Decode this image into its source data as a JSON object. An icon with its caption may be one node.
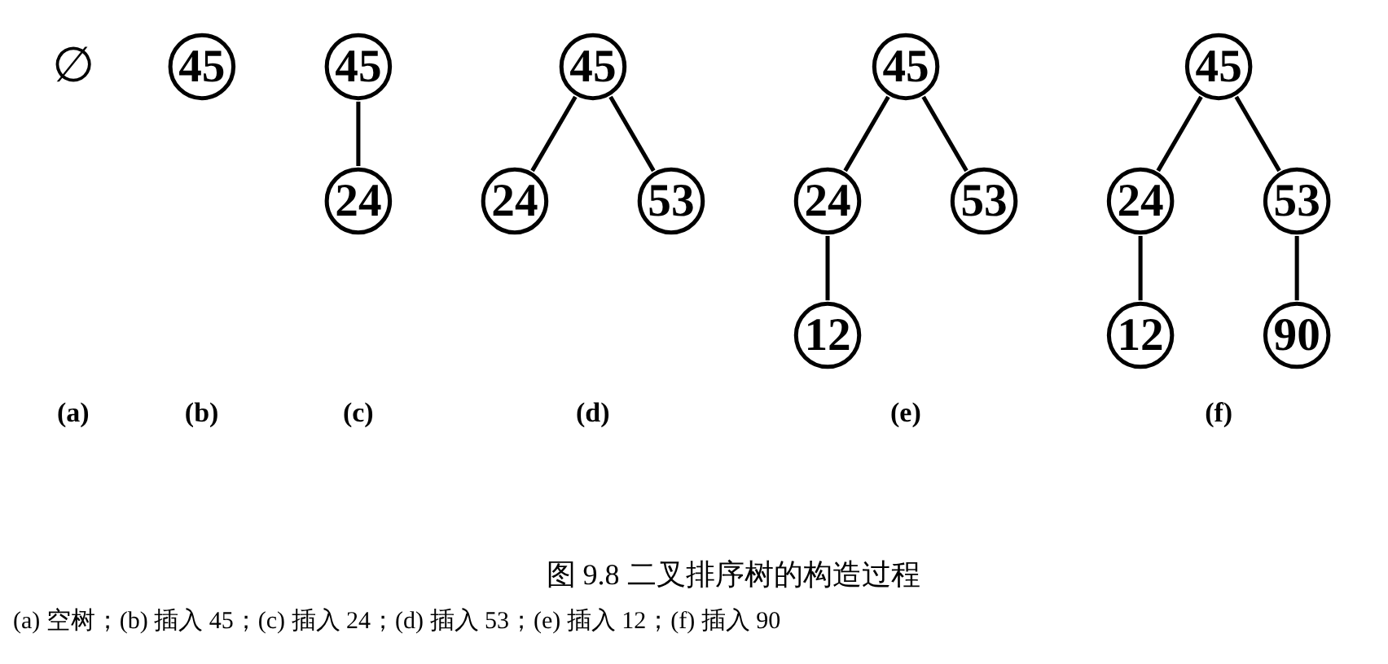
{
  "diagram": {
    "caption": "图 9.8 二叉排序树的构造过程",
    "nodes": [
      {
        "text": [
          "45"
        ]
      },
      {
        "text": [
          "45"
        ]
      },
      {
        "text": [
          "24"
        ]
      },
      {
        "text": [
          "45"
        ]
      },
      {
        "text": [
          "24"
        ]
      },
      {
        "text": [
          "53"
        ]
      },
      {
        "text": [
          "45"
        ]
      },
      {
        "text": [
          "24"
        ]
      },
      {
        "text": [
          "53"
        ]
      },
      {
        "text": [
          "12"
        ]
      },
      {
        "text": [
          "45"
        ]
      },
      {
        "text": [
          "24"
        ]
      },
      {
        "text": [
          "53"
        ]
      },
      {
        "text": [
          "12"
        ]
      },
      {
        "text": [
          "90"
        ]
      }
    ],
    "edges": [
      {
        "from": 1,
        "to": 2,
        "arrow": "none"
      },
      {
        "from": 3,
        "to": 4,
        "arrow": "none"
      },
      {
        "from": 3,
        "to": 5,
        "arrow": "none"
      },
      {
        "from": 6,
        "to": 7,
        "arrow": "none"
      },
      {
        "from": 6,
        "to": 8,
        "arrow": "none"
      },
      {
        "from": 7,
        "to": 9,
        "arrow": "none"
      },
      {
        "from": 10,
        "to": 11,
        "arrow": "none"
      },
      {
        "from": 10,
        "to": 12,
        "arrow": "none"
      },
      {
        "from": 11,
        "to": 13,
        "arrow": "none"
      },
      {
        "from": 12,
        "to": 14,
        "arrow": "none"
      }
    ],
    "labels": [
      "∅",
      "(a)",
      "(b)",
      "(c)",
      "(d)",
      "(e)",
      "(f)",
      "(a) 空树；(b) 插入 45；(c) 插入 24；(d) 插入 53；(e) 插入 12；(f) 插入 90"
    ]
  }
}
